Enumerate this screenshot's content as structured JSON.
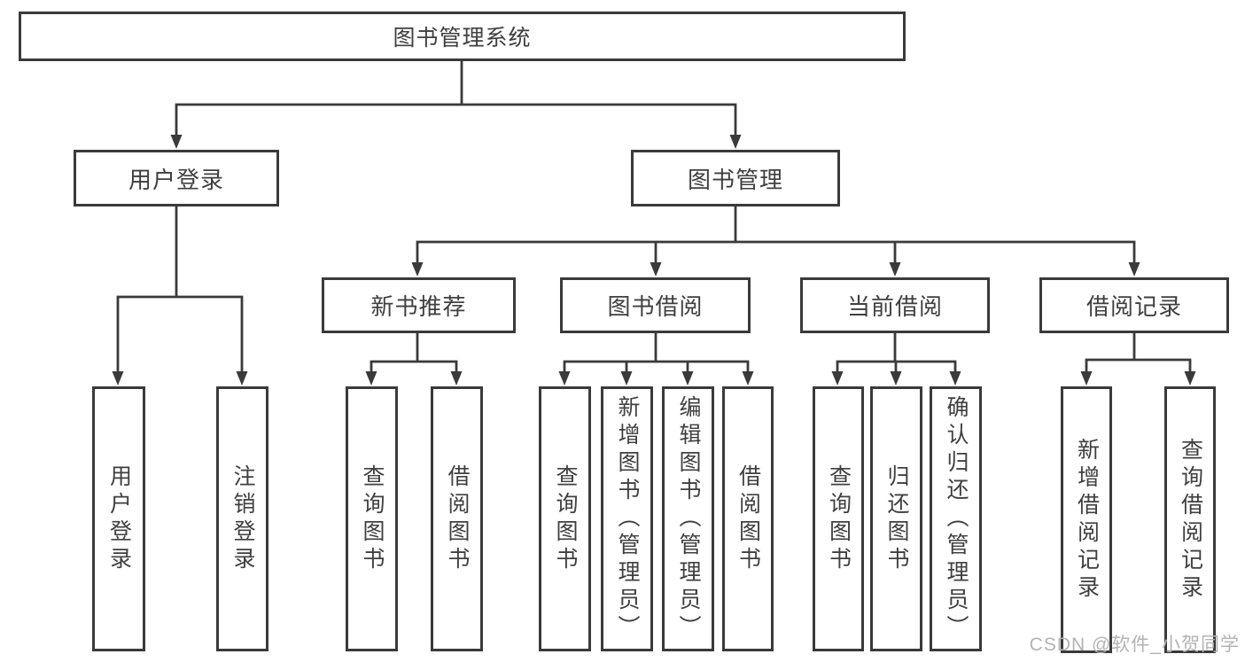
{
  "diagram": {
    "root": {
      "label": "图书管理系统"
    },
    "branches": [
      {
        "label": "用户登录",
        "children": [
          {
            "label": "用户登录"
          },
          {
            "label": "注销登录"
          }
        ]
      },
      {
        "label": "图书管理",
        "children": [
          {
            "label": "新书推荐",
            "children": [
              {
                "label": "查询图书"
              },
              {
                "label": "借阅图书"
              }
            ]
          },
          {
            "label": "图书借阅",
            "children": [
              {
                "label": "查询图书"
              },
              {
                "label": "新增图书（管理员）"
              },
              {
                "label": "编辑图书（管理员）"
              },
              {
                "label": "借阅图书"
              }
            ]
          },
          {
            "label": "当前借阅",
            "children": [
              {
                "label": "查询图书"
              },
              {
                "label": "归还图书"
              },
              {
                "label": "确认归还（管理员）"
              }
            ]
          },
          {
            "label": "借阅记录",
            "children": [
              {
                "label": "新增借阅记录"
              },
              {
                "label": "查询借阅记录"
              }
            ]
          }
        ]
      }
    ]
  },
  "watermark": "CSDN @软件_小贺同学",
  "colors": {
    "line": "#3a3a3a",
    "text": "#3f3f3f",
    "watermark": "#b3b3b3",
    "background": "#ffffff"
  }
}
